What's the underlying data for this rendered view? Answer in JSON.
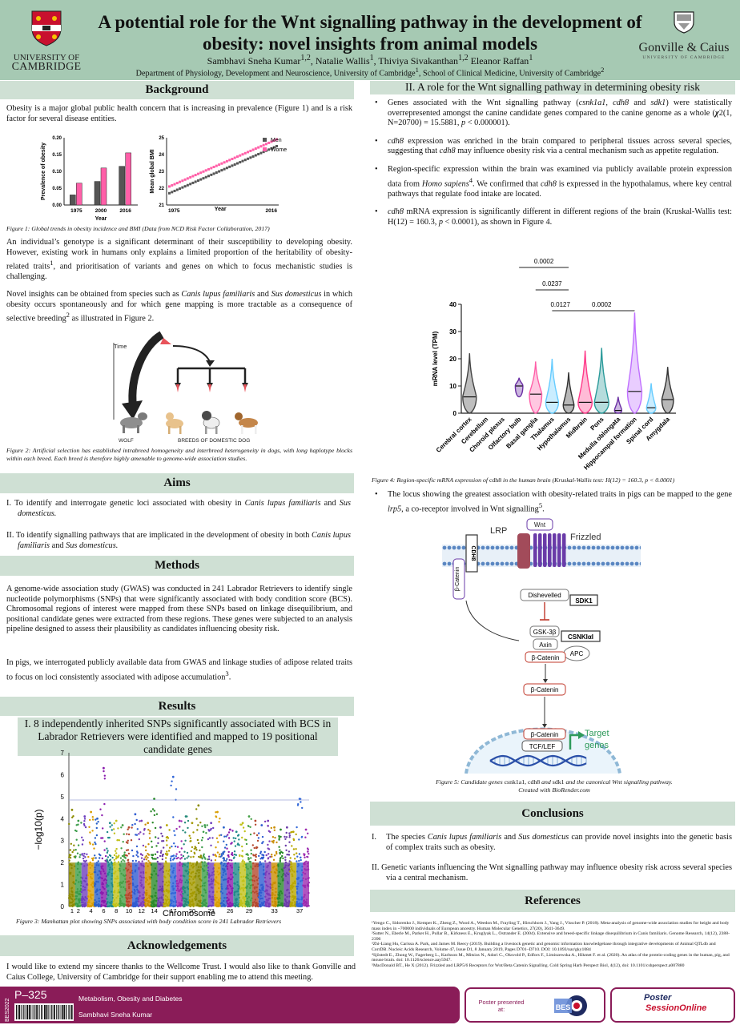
{
  "header": {
    "title": "A potential role for the Wnt signalling pathway in the development of obesity: novel insights from animal models",
    "authors_html": "Sambhavi Sneha Kumar<sup>1,2</sup>, Natalie Wallis<sup>1</sup>, Thiviya Sivakanthan<sup>1,2</sup> Eleanor Raffan<sup>1</sup>",
    "dept_html": "Department of Physiology, Development and Neuroscience, University of Cambridge<sup>1</sup>, School of Clinical Medicine, University of Cambridge<sup>2</sup>",
    "uni_line1": "UNIVERSITY OF",
    "uni_line2": "CAMBRIDGE",
    "college": "Gonville & Caius",
    "college_sub": "UNIVERSITY OF CAMBRIDGE"
  },
  "background": {
    "heading": "Background",
    "p1": "Obesity is a major global public health concern that is increasing in prevalence (Figure 1) and is a risk factor for several disease entities.",
    "fig1_caption": "Figure 1: Global trends in obesity incidence and BMI (Data from NCD Risk Factor Collaboration, 2017)",
    "p2_html": "An individual’s genotype is a significant determinant of their susceptibility to developing obesity. However, existing work in humans only explains a limited proportion of the heritability of obesity-related traits<sup>1</sup>, and prioritisation of variants and genes on which to focus mechanistic studies is challenging.",
    "p3_html": "Novel insights can be obtained from species such as <i>Canis lupus familiaris</i> and <i>Sus domesticus</i> in which obesity occurs spontaneously and for which gene mapping is more tractable as a consequence of selective breeding<sup>2</sup> as illustrated in Figure 2.",
    "fig2_time": "Time",
    "fig2_wolf": "WOLF",
    "fig2_breeds": "BREEDS OF DOMESTIC DOG",
    "fig2_caption": "Figure 2: Artificial selection has established intrabreed homogeneity and interbreed heterogeneity in dogs, with long haplotype blocks within each breed. Each breed is therefore highly amenable to genome-wide association studies."
  },
  "aims": {
    "heading": "Aims",
    "i1_html": "I. To identify and interrogate genetic loci associated with obesity in <i>Canis lupus familiaris</i> and <i>Sus domesticus.</i>",
    "i2_html": "II. To identify signalling pathways that are implicated in the development of obesity in both <i>Canis lupus familiaris</i> and <i>Sus domesticus.</i>"
  },
  "methods": {
    "heading": "Methods",
    "p1": "A genome-wide association study (GWAS) was conducted in 241 Labrador Retrievers to identify single nucleotide polymorphisms (SNPs) that were significantly associated with body condition score (BCS). Chromosomal regions of interest were mapped from these SNPs based on linkage disequilibrium, and positional candidate genes were extracted from these regions. These genes were subjected to an analysis pipeline designed to assess their plausibility as candidates influencing obesity risk.",
    "p2_html": "In pigs, we interrogated publicly available data from GWAS and linkage studies of adipose related traits to focus on loci consistently associated with adipose accumulation<sup>3</sup>."
  },
  "results": {
    "heading": "Results",
    "subhead": "I. 8 independently inherited SNPs significantly associated with BCS in Labrador Retrievers were identified and mapped to 19 positional candidate genes",
    "fig3_caption": "Figure 3: Manhattan plot showing SNPs associated with body condition score in 241 Labrador Retrievers"
  },
  "ack": {
    "heading": "Acknowledgements",
    "text": "I would like to extend my sincere thanks to the Wellcome Trust. I would also like to thank Gonville and Caius College, University of Cambridge for their support enabling me to attend this meeting."
  },
  "wnt": {
    "heading": "II. A role for the Wnt signalling pathway in determining obesity risk",
    "b1_html": "Genes associated with the Wnt signalling pathway (<i>csnk1a1, cdh8</i> and <i>sdk1</i>) were statistically overrepresented amongst the canine candidate genes compared to the canine genome as a whole (<b><i>χ</i></b>2(1, N=20700) = 15.5881, <i>p</i> &lt; 0.000001).",
    "b2_html": "<i>cdh8</i> expression was enriched in the brain compared to peripheral tissues across several species, suggesting that <i>cdh8</i> may influence obesity risk via a central mechanism such as appetite regulation.",
    "b3_html": "Region-specific expression within the brain was examined via publicly available protein expression data from <i>Homo sapiens</i><sup>4</sup>. We confirmed that <i>cdh8</i> is expressed in the hypothalamus, where key central pathways that regulate food intake are located.",
    "b4_html": "<i>cdh8</i> mRNA expression is significantly different in different regions of the brain (Kruskal-Wallis test: H(12) = 160.3, <i>p</i> &lt; 0.0001), as shown in Figure 4.",
    "fig4_caption_html": "Figure 4: Region-specific mRNA expression of <span style=\"font-style:normal\">cdh8</span> in the human brain (Kruskal-Wallis test: H(12) = 160.3, p &lt; 0.0001)",
    "b5_html": "The locus showing the greatest association with obesity-related traits in pigs can be mapped to the gene <i>lrp5</i>, a co-receptor involved in Wnt signalling<sup>5</sup>.",
    "fig5_caption_html": "Figure 5: Candidate genes <span style=\"font-style:normal\">csnk1a1, cdh8</span> and <span style=\"font-style:normal\">sdk1</span> and the canonical Wnt signalling pathway.<br>Created with BioRender.com"
  },
  "pathway": {
    "lrp": "LRP",
    "wnt": "Wnt",
    "frizzled": "Frizzled",
    "cdh8": "CDH8",
    "bcat": "β-Catenin",
    "dishevelled": "Dishevelled",
    "sdk1": "SDK1",
    "gsk": "GSK-3β",
    "csnk": "CSNKIαI",
    "axin": "Axin",
    "apc": "APC",
    "tcf": "TCF/LEF",
    "target1": "Target",
    "target2": "genes"
  },
  "conclusions": {
    "heading": "Conclusions",
    "c1_html": "I.&nbsp;&nbsp;&nbsp;&nbsp;The species <i>Canis lupus familiaris</i> and <i>Sus domesticus</i> can provide novel insights into the genetic basis of complex traits such as obesity.",
    "c2": "II.  Genetic variants influencing the Wnt signalling pathway may influence obesity risk across several species via a central mechanism."
  },
  "references": {
    "heading": "References",
    "r1": "¹Yengo C., Sidorenko J., Kemper K., Zheng Z., Wood A., Weedon M., Frayling T., Hirschhorn J., Yang J., Visscher P. (2018). Meta-analysis of genome-wide association studies for height and body mass index in ~700000 individuals of European ancestry. Human Molecular Genetics, 27(20), 3641-3649.",
    "r2": "²Sutter N., Eberle M., Parker H., Pullar B., Kirkness E., Kruglyak L., Ostrander E. (2004). Extensive and breed-specific linkage disequilibrium in Canis familiaris. Genome Research, 14(12), 2388-2396",
    "r3": "³Zhi-Liang Hu, Carissa A. Park, and James M. Reecy (2019). Building a livestock genetic and genomic information knowledgebase through integrative developments of Animal QTLdb and CorrDB. Nucleic Acids Research, Volume 47, Issue D1, 8 January 2019, Pages D701–D710. DOI: 10.1093/nar/gky1084",
    "r4": "⁴Sjöstedt E., Zhong W., Fagerberg L., Karlsson M., Mitsios N., Adori C., Oksvold P., Edfors F., Limiszewska A., Hikmet F. et al. (2020). An atlas of the protein-coding genes in the human, pig, and mouse brain. doi: 10.1126/science.aay5947.",
    "r5": "⁵MacDonald BT., He X (2012). Frizzled and LRP5/6 Receptors for Wnt/Beta Catenin Signalling. Cold Spring Harb Perspect Biol, 4(12), doi: 10.1101/cshperspect.a007880"
  },
  "footer": {
    "code": "P–325",
    "year": "BES2022",
    "session": "Metabolism, Obesity and Diabetes",
    "presenter": "Sambhavi Sneha Kumar",
    "presented_at": "Poster presented at:",
    "bes": "BES",
    "pso1": "Poster",
    "pso2": "SessionOnline"
  },
  "chart_data": [
    {
      "type": "bar",
      "categories": [
        "1975",
        "2000",
        "2016"
      ],
      "series": [
        {
          "name": "Men",
          "values": [
            0.03,
            0.07,
            0.115
          ],
          "color": "#555555"
        },
        {
          "name": "Women",
          "values": [
            0.065,
            0.11,
            0.155
          ],
          "color": "#ff5fa8"
        }
      ],
      "xlabel": "Year",
      "ylabel": "Prevalence of obesity",
      "yticks": [
        "0.00",
        "0.05",
        "0.10",
        "0.15",
        "0.20"
      ],
      "ylim": [
        0,
        0.2
      ]
    },
    {
      "type": "line",
      "x_range": [
        1975,
        2016
      ],
      "xticks": [
        "1975",
        "2016"
      ],
      "series": [
        {
          "name": "Men",
          "start": 21.7,
          "end": 24.5,
          "color": "#555555"
        },
        {
          "name": "Women",
          "start": 22.1,
          "end": 24.9,
          "color": "#ff5fa8"
        }
      ],
      "xlabel": "Year",
      "ylabel": "Mean global BMI",
      "yticks": [
        "21",
        "22",
        "23",
        "24",
        "25"
      ],
      "ylim": [
        21,
        25
      ]
    },
    {
      "type": "violin",
      "ylabel": "mRNA level (TPM)",
      "yticks": [
        "0",
        "10",
        "20",
        "30",
        "40"
      ],
      "ylim": [
        0,
        40
      ],
      "regions": [
        {
          "name": "Cerebral cortex",
          "min": 0,
          "max": 22,
          "median": 6,
          "color": "#444444"
        },
        {
          "name": "Cerebellum",
          "min": 0,
          "max": 0.3,
          "median": 0,
          "color": "#444444"
        },
        {
          "name": "Choroid plexus",
          "min": 0,
          "max": 0.3,
          "median": 0,
          "color": "#444444"
        },
        {
          "name": "Olfactory bulb",
          "min": 6,
          "max": 13,
          "median": 10,
          "color": "#6a2ea3"
        },
        {
          "name": "Basal ganglia",
          "min": 0,
          "max": 19,
          "median": 7,
          "color": "#ff5fa8"
        },
        {
          "name": "Thalamus",
          "min": 0,
          "max": 20,
          "median": 4,
          "color": "#66ccff"
        },
        {
          "name": "Hypothalamus",
          "min": 0,
          "max": 15,
          "median": 3,
          "color": "#333333"
        },
        {
          "name": "Midbrain",
          "min": 0,
          "max": 23,
          "median": 4,
          "color": "#ff3c8a"
        },
        {
          "name": "Pons",
          "min": 0,
          "max": 24,
          "median": 4,
          "color": "#2a9a9a"
        },
        {
          "name": "Medulla oblongata",
          "min": 0,
          "max": 6,
          "median": 1,
          "color": "#6a2ea3"
        },
        {
          "name": "Hippocampal formation",
          "min": 0,
          "max": 37,
          "median": 8,
          "color": "#c070ff"
        },
        {
          "name": "Spinal cord",
          "min": 0,
          "max": 11,
          "median": 2,
          "color": "#66ccff"
        },
        {
          "name": "Amygdala",
          "min": 0,
          "max": 17,
          "median": 5,
          "color": "#333333"
        }
      ],
      "significance": [
        {
          "label": "0.0002",
          "from": "Olfactory bulb",
          "to": "Hypothalamus"
        },
        {
          "label": "0.0237",
          "from": "Basal ganglia",
          "to": "Hypothalamus"
        },
        {
          "label": "0.0127",
          "from": "Thalamus",
          "to": "Hypothalamus"
        },
        {
          "label": "0.0002",
          "from": "Hypothalamus",
          "to": "Hippocampal formation"
        }
      ]
    },
    {
      "type": "scatter",
      "subtype": "manhattan",
      "xlabel": "Chromosome",
      "ylabel": "−log10(p)",
      "ylim": [
        0,
        7
      ],
      "yticks": [
        "0",
        "1",
        "2",
        "3",
        "4",
        "5",
        "6",
        "7"
      ],
      "xticks": [
        "1",
        "2",
        "4",
        "6",
        "8",
        "10",
        "12",
        "14",
        "17",
        "20",
        "23",
        "26",
        "29",
        "33",
        "37"
      ],
      "significance_threshold": 4.85,
      "chromosome_peaks": [
        4.4,
        3.9,
        4.1,
        4.3,
        4.0,
        6.3,
        3.8,
        3.9,
        3.7,
        3.6,
        4.2,
        3.9,
        3.8,
        4.9,
        3.6,
        3.7,
        5.9,
        3.9,
        4.1,
        3.8,
        4.6,
        3.7,
        3.8,
        4.3,
        3.6,
        3.5,
        3.4,
        3.8,
        4.1,
        3.9,
        3.7,
        3.9,
        3.6,
        3.5,
        3.6,
        3.4,
        4.9,
        3.5
      ],
      "colors": [
        "#8b8b00",
        "#3b9c4a",
        "#6e3fbf",
        "#d99e00",
        "#2a62c9",
        "#8a1cae",
        "#1f8a8a",
        "#c2c21a",
        "#46a046",
        "#b5482d",
        "#2f5bd1",
        "#7b3bb8",
        "#c98d00",
        "#2a8a2a",
        "#6a3ba8",
        "#b8a600",
        "#3267d8",
        "#9c2cb0",
        "#248a78",
        "#a49a00"
      ]
    }
  ]
}
